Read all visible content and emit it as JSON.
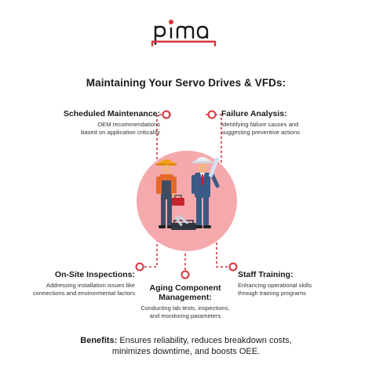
{
  "logo": {
    "text": "pima"
  },
  "title": "Maintaining Your Servo Drives & VFDs:",
  "sections": {
    "scheduled": {
      "title": "Scheduled Maintenance:",
      "desc1": "OEM recommendations",
      "desc2": "based on application criticality"
    },
    "failure": {
      "title": "Failure Analysis:",
      "desc1": "Identifying failure causes and",
      "desc2": "suggesting preventive actions"
    },
    "onsite": {
      "title": "On-Site Inspections:",
      "desc1": "Addressing installation issues like",
      "desc2": "connections and environmental factors"
    },
    "aging": {
      "title1": "Aging Component",
      "title2": "Management:",
      "desc1": "Conducting lab tests, inspections,",
      "desc2": "and monitoring parameters"
    },
    "training": {
      "title": "Staff Training:",
      "desc1": "Enhancing operational skills",
      "desc2": "through training programs"
    }
  },
  "benefits": {
    "label": "Benefits:",
    "line1": "Ensures reliability, reduces breakdown costs,",
    "line2": "minimizes downtime, and boosts OEE."
  },
  "colors": {
    "accent": "#d6333a",
    "circle": "#f5a9ad",
    "text": "#1a1a1a"
  },
  "icons": [
    "logo-mark",
    "worker-illustration",
    "engineer-illustration",
    "toolbox-icon",
    "tools-icon",
    "connector-circle-icon"
  ]
}
